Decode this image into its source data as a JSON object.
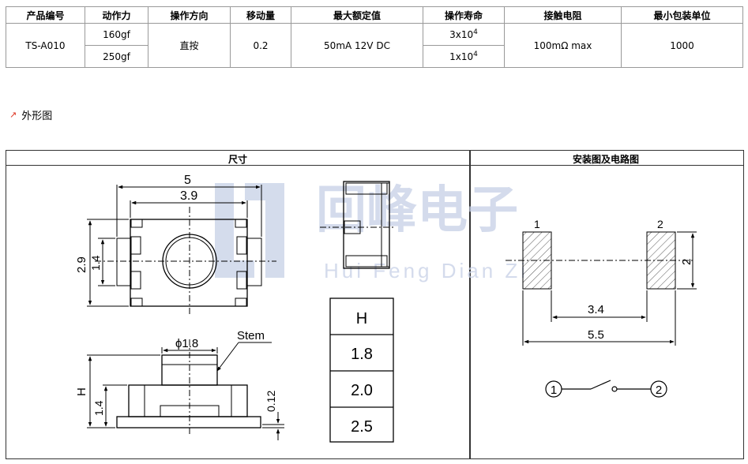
{
  "spec_table": {
    "headers": [
      "产品编号",
      "动作力",
      "操作方向",
      "移动量",
      "最大额定值",
      "操作寿命",
      "接触电阻",
      "最小包装单位"
    ],
    "part_no": "TS-A010",
    "force_1": "160gf",
    "force_2": "250gf",
    "direction": "直按",
    "travel": "0.2",
    "rating": "50mA 12V DC",
    "life_1_base": "3x10",
    "life_1_exp": "4",
    "life_2_base": "1x10",
    "life_2_exp": "4",
    "resistance": "100mΩ max",
    "pack": "1000"
  },
  "section": {
    "title": "外形图"
  },
  "dimension_panel": {
    "title": "尺寸",
    "dims": {
      "width": "5",
      "inner": "3.9",
      "height": "2.9",
      "center": "1.4",
      "stem_dia": "ϕ1.8",
      "stem_label": "Stem",
      "h_label": "H",
      "base": "1.4",
      "gap": "0.12"
    },
    "h_table": [
      "H",
      "1.8",
      "2.0",
      "2.5"
    ]
  },
  "circuit_panel": {
    "title": "安装图及电路图",
    "pad1": "1",
    "pad2": "2",
    "dim_pad_h": "2",
    "dim_inner": "3.4",
    "dim_outer": "5.5",
    "node1": "1",
    "node2": "2"
  },
  "watermark": {
    "cn": "回峰电子",
    "en": "Hui Feng Dian Zi"
  },
  "colors": {
    "line": "#000000",
    "border": "#999999",
    "watermark": "#c6d0e6",
    "bullet": "#dd3322"
  }
}
